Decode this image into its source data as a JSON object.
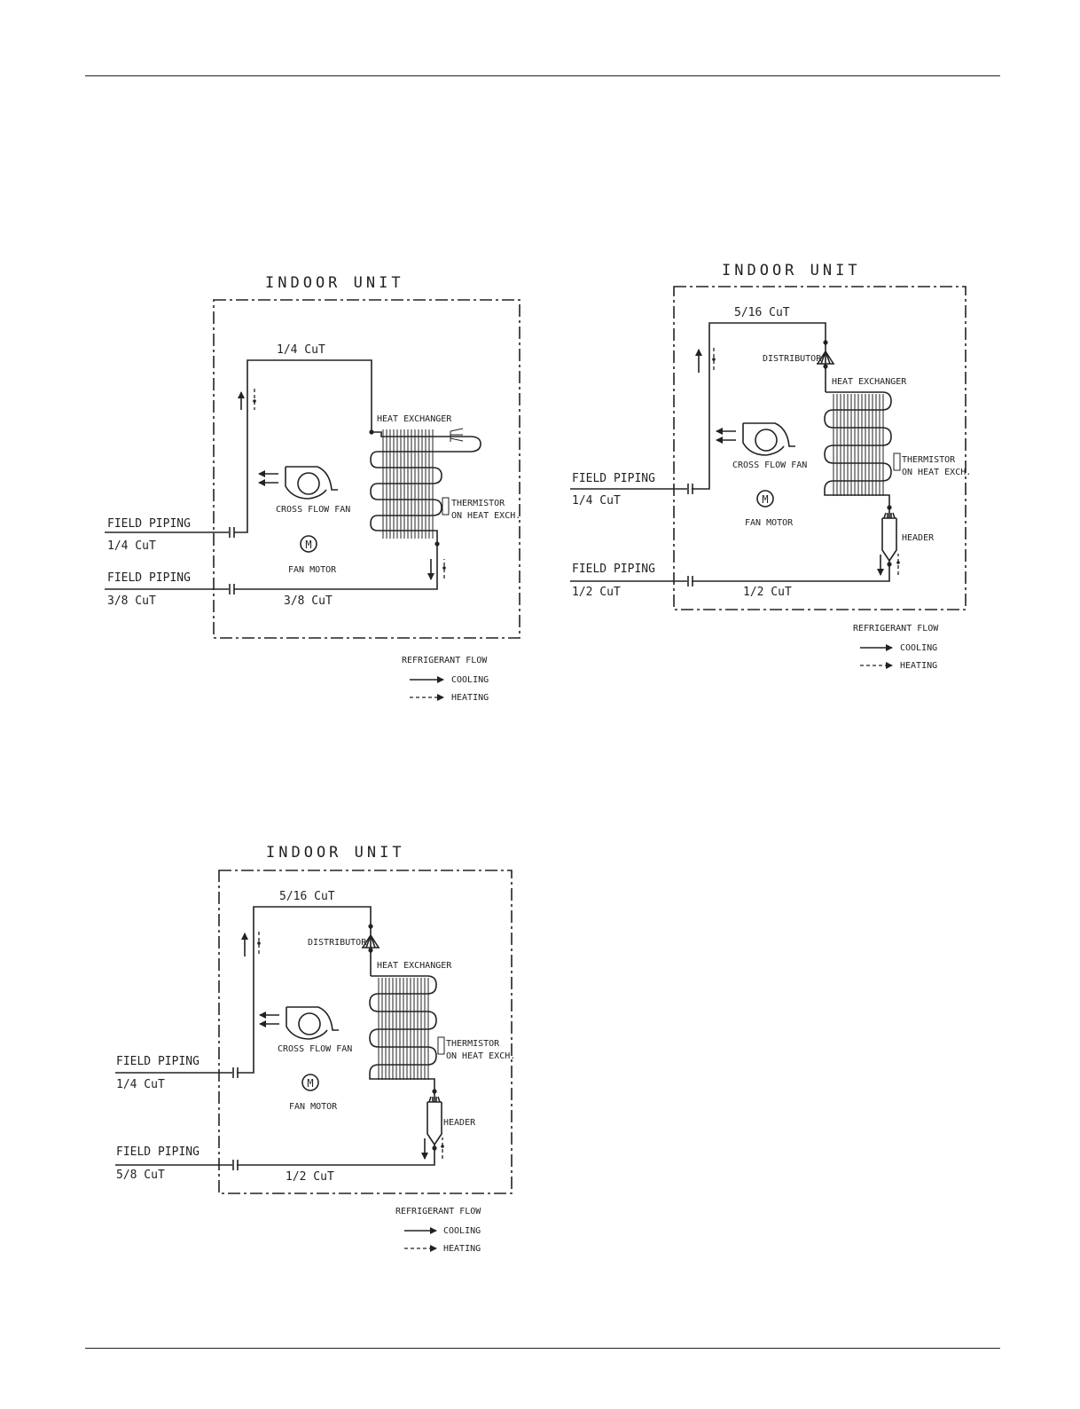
{
  "diagram_a": {
    "title": "INDOOR UNIT",
    "top_pipe": "1/4 CuT",
    "heat_exchanger": "HEAT EXCHANGER",
    "thermistor_line1": "THERMISTOR",
    "thermistor_line2": "ON HEAT EXCH.",
    "fan": "CROSS FLOW FAN",
    "motor_symbol": "M",
    "motor": "FAN MOTOR",
    "field1_label": "FIELD PIPING",
    "field1_size": "1/4 CuT",
    "field2_label": "FIELD PIPING",
    "field2_size": "3/8 CuT",
    "bottom_pipe": "3/8 CuT",
    "legend_title": "REFRIGERANT FLOW",
    "legend_cooling": "COOLING",
    "legend_heating": "HEATING"
  },
  "diagram_b": {
    "title": "INDOOR UNIT",
    "top_pipe": "5/16 CuT",
    "distributor": "DISTRIBUTOR",
    "heat_exchanger": "HEAT EXCHANGER",
    "thermistor_line1": "THERMISTOR",
    "thermistor_line2": "ON HEAT EXCH.",
    "fan": "CROSS FLOW FAN",
    "motor_symbol": "M",
    "motor": "FAN MOTOR",
    "header": "HEADER",
    "field1_label": "FIELD PIPING",
    "field1_size": "1/4 CuT",
    "field2_label": "FIELD PIPING",
    "field2_size": "1/2 CuT",
    "bottom_pipe": "1/2 CuT",
    "legend_title": "REFRIGERANT FLOW",
    "legend_cooling": "COOLING",
    "legend_heating": "HEATING"
  },
  "diagram_c": {
    "title": "INDOOR UNIT",
    "top_pipe": "5/16 CuT",
    "distributor": "DISTRIBUTOR",
    "heat_exchanger": "HEAT EXCHANGER",
    "thermistor_line1": "THERMISTOR",
    "thermistor_line2": "ON HEAT EXCH.",
    "fan": "CROSS FLOW FAN",
    "motor_symbol": "M",
    "motor": "FAN MOTOR",
    "header": "HEADER",
    "field1_label": "FIELD PIPING",
    "field1_size": "1/4 CuT",
    "field2_label": "FIELD PIPING",
    "field2_size": "5/8 CuT",
    "bottom_pipe": "1/2 CuT",
    "legend_title": "REFRIGERANT FLOW",
    "legend_cooling": "COOLING",
    "legend_heating": "HEATING"
  }
}
